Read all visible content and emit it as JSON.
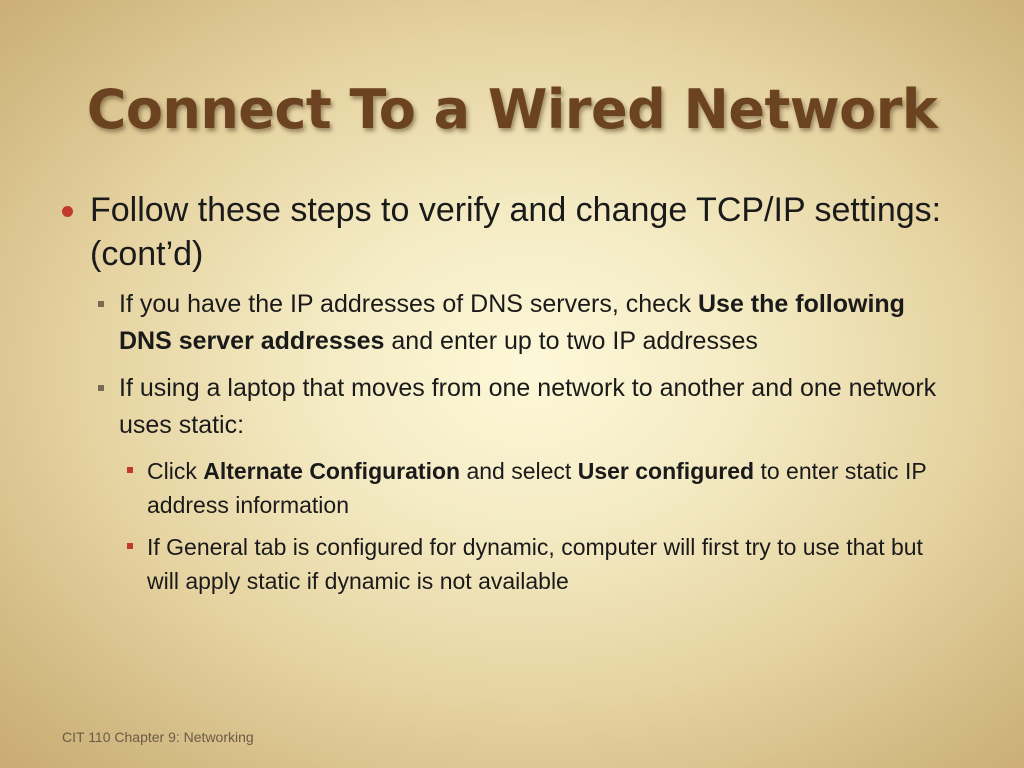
{
  "slide": {
    "title": "Connect To a Wired Network",
    "bullet_1": "Follow these steps to verify and change TCP/IP settings: (cont’d)",
    "sub_1": {
      "before": "If you have the IP addresses of DNS servers, check ",
      "bold": "Use the following DNS server addresses",
      "after": " and enter up to two IP addresses"
    },
    "sub_2": "If using a laptop that moves from one network to another and one network uses static:",
    "subsub_1": {
      "t1": "Click ",
      "b1": "Alternate Configuration",
      "t2": " and select ",
      "b2": "User configured",
      "t3": " to enter static IP address information"
    },
    "subsub_2": "If General tab is configured for dynamic, computer will first try to use that but will apply static if dynamic is not available",
    "footer": "CIT 110 Chapter 9: Networking"
  },
  "colors": {
    "title": "#6b4320",
    "bullet_primary": "#c0392b",
    "bullet_secondary": "#7a6a55"
  }
}
